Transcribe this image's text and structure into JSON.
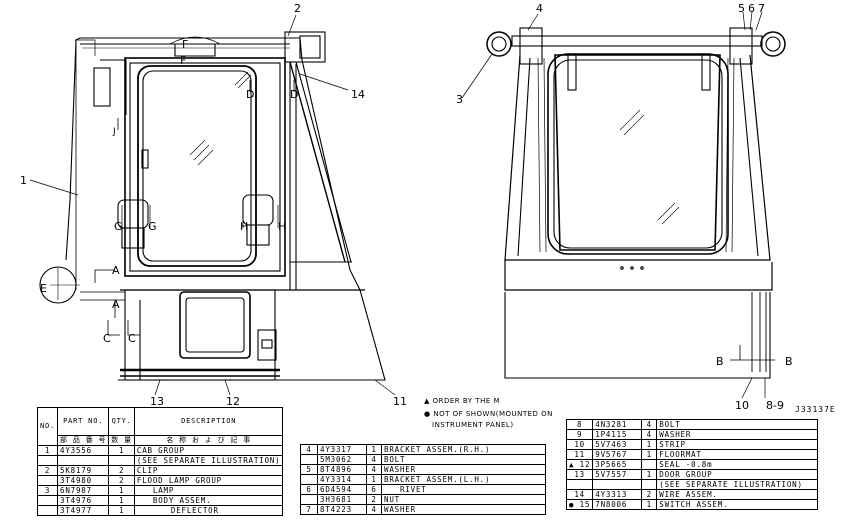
{
  "callouts": {
    "c1": "1",
    "c2": "2",
    "c3": "3",
    "c4": "4",
    "c5": "5",
    "c6": "6",
    "c7": "7",
    "c10": "10",
    "c11": "11",
    "c12": "12",
    "c13": "13",
    "c14": "14",
    "c89": "8-9"
  },
  "views": {
    "A": "A",
    "B": "B",
    "C": "C",
    "D": "D",
    "E": "E",
    "F": "F",
    "G": "G",
    "H": "H"
  },
  "drawing_no": "J33137E",
  "notes": {
    "order": "▲ ORDER BY THE  M",
    "not_shown": "● NOT OF SHOWN(MOUNTED ON",
    "not_shown2": "INSTRUMENT PANEL)"
  },
  "table1": {
    "h_no": "NO.",
    "h_part": "PART NO.",
    "h_part_jp": "部 品 番 号",
    "h_qty": "QTY.",
    "h_qty_jp": "数 量",
    "h_desc": "DESCRIPTION",
    "h_desc_jp": "名 称 お よ び 記 事",
    "rows": [
      {
        "no": "1",
        "part": "4Y3556",
        "qty": "1",
        "desc": "CAB GROUP"
      },
      {
        "no": "",
        "part": "",
        "qty": "",
        "desc": "(SEE SEPARATE ILLUSTRATION)"
      },
      {
        "no": "2",
        "part": "5K8179",
        "qty": "2",
        "desc": "CLIP"
      },
      {
        "no": "",
        "part": "3T4980",
        "qty": "2",
        "desc": "FLOOD LAMP GROUP"
      },
      {
        "no": "3",
        "part": "6N7987",
        "qty": "1",
        "desc": "LAMP"
      },
      {
        "no": "",
        "part": "3T4976",
        "qty": "1",
        "desc": "BODY ASSEM."
      },
      {
        "no": "",
        "part": "3T4977",
        "qty": "1",
        "desc": "DEFLECTOR"
      }
    ]
  },
  "table2": {
    "rows": [
      {
        "no": "4",
        "part": "4Y3317",
        "qty": "1",
        "desc": "BRACKET ASSEM.(R.H.)"
      },
      {
        "no": "",
        "part": "5M3062",
        "qty": "4",
        "desc": "BOLT"
      },
      {
        "no": "5",
        "part": "8T4896",
        "qty": "4",
        "desc": "WASHER"
      },
      {
        "no": "",
        "part": "4Y3314",
        "qty": "1",
        "desc": "BRACKET ASSEM.(L.H.)"
      },
      {
        "no": "6",
        "part": "6D4594",
        "qty": "6",
        "desc": "RIVET"
      },
      {
        "no": "",
        "part": "3H3681",
        "qty": "2",
        "desc": "NUT"
      },
      {
        "no": "7",
        "part": "8T4223",
        "qty": "4",
        "desc": "WASHER"
      }
    ]
  },
  "table3": {
    "rows": [
      {
        "no": "8",
        "part": "4N3281",
        "qty": "4",
        "desc": "BOLT"
      },
      {
        "no": "9",
        "part": "1P4115",
        "qty": "4",
        "desc": "WASHER"
      },
      {
        "no": "10",
        "part": "5V7463",
        "qty": "1",
        "desc": "STRIP"
      },
      {
        "no": "11",
        "part": "9V5767",
        "qty": "1",
        "desc": "FLOORMAT"
      },
      {
        "no": "▲ 12",
        "part": "3P5665",
        "qty": "",
        "desc": "SEAL  -0.8m"
      },
      {
        "no": "13",
        "part": "5V7557",
        "qty": "1",
        "desc": "DOOR GROUP"
      },
      {
        "no": "",
        "part": "",
        "qty": "",
        "desc": "(SEE SEPARATE ILLUSTRATION)"
      },
      {
        "no": "14",
        "part": "4Y3313",
        "qty": "2",
        "desc": "WIRE ASSEM."
      },
      {
        "no": "● 15",
        "part": "7N8006",
        "qty": "1",
        "desc": "SWITCH ASSEM."
      }
    ]
  }
}
